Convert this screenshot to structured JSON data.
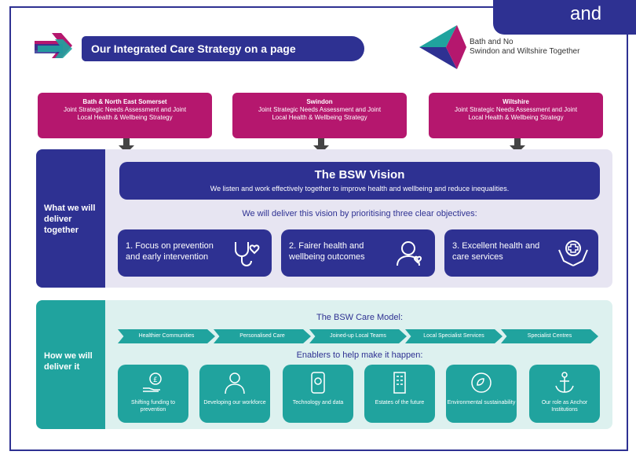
{
  "corner_label": "and",
  "header": {
    "title": "Our Integrated Care Strategy on a page",
    "logo_line1": "Bath and No",
    "logo_line2": "Swindon and Wiltshire Together"
  },
  "areas": [
    {
      "name": "Bath & North East Somerset",
      "line1": "Joint Strategic Needs Assessment and Joint",
      "line2": "Local Health & Wellbeing Strategy"
    },
    {
      "name": "Swindon",
      "line1": "Joint Strategic Needs Assessment and Joint",
      "line2": "Local Health & Wellbeing Strategy"
    },
    {
      "name": "Wiltshire",
      "line1": "Joint Strategic Needs Assessment and Joint",
      "line2": "Local Health & Wellbeing Strategy"
    }
  ],
  "what": {
    "side_label": "What we will deliver together",
    "vision_title": "The BSW Vision",
    "vision_text": "We listen and work effectively together to improve health and wellbeing and reduce inequalities.",
    "deliver_text": "We will deliver this vision by prioritising three clear objectives:",
    "objectives": [
      {
        "label": "1. Focus on prevention and early intervention",
        "icon": "stethoscope-heart-icon"
      },
      {
        "label": "2. Fairer health and wellbeing outcomes",
        "icon": "person-heart-icon"
      },
      {
        "label": "3. Excellent health and care services",
        "icon": "hands-cross-icon"
      }
    ]
  },
  "how": {
    "side_label": "How we will deliver it",
    "care_model_title": "The BSW Care Model:",
    "care_model": [
      "Healthier Communities",
      "Personalised Care",
      "Joined-up Local Teams",
      "Local Specialist Services",
      "Specialist Centres"
    ],
    "enablers_title": "Enablers to help make it happen:",
    "enablers": [
      {
        "label": "Shifting funding to prevention",
        "icon": "pound-hand-icon"
      },
      {
        "label": "Developing our workforce",
        "icon": "worker-icon"
      },
      {
        "label": "Technology and data",
        "icon": "phone-bulb-icon"
      },
      {
        "label": "Estates of the future",
        "icon": "building-icon"
      },
      {
        "label": "Environmental sustainability",
        "icon": "leaves-icon"
      },
      {
        "label": "Our role as Anchor Institutions",
        "icon": "anchor-icon"
      }
    ]
  },
  "colors": {
    "navy": "#2e3192",
    "magenta": "#b5176e",
    "teal": "#20a39e",
    "lilac": "#e7e5f2",
    "mint": "#ddf1ef"
  }
}
